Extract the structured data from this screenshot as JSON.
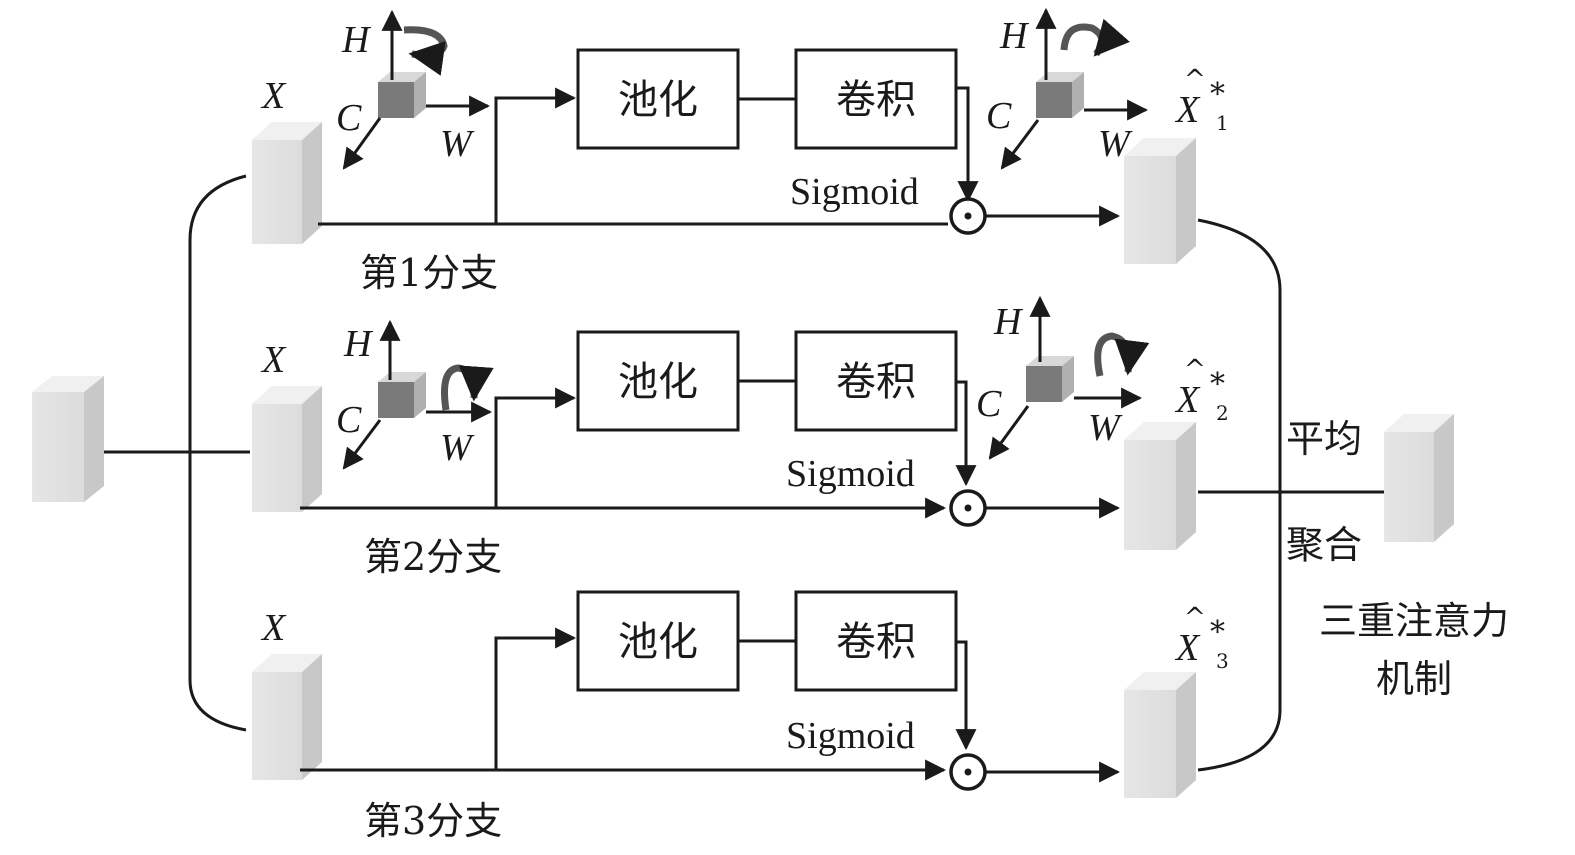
{
  "input_label": "X",
  "pool_label": "池化",
  "conv_label": "卷积",
  "sigmoid_label": "Sigmoid",
  "axis": {
    "h": "H",
    "c": "C",
    "w": "W"
  },
  "branches": [
    {
      "label": "第1分支",
      "output_base": "X",
      "output_sup": "*",
      "output_sub": "1"
    },
    {
      "label": "第2分支",
      "output_base": "X",
      "output_sup": "*",
      "output_sub": "2"
    },
    {
      "label": "第3分支",
      "output_base": "X",
      "output_sup": "*",
      "output_sub": "3"
    }
  ],
  "aggregate": {
    "line1": "平均",
    "line2": "聚合"
  },
  "mechanism": {
    "line1": "三重注意力",
    "line2": "机制"
  }
}
